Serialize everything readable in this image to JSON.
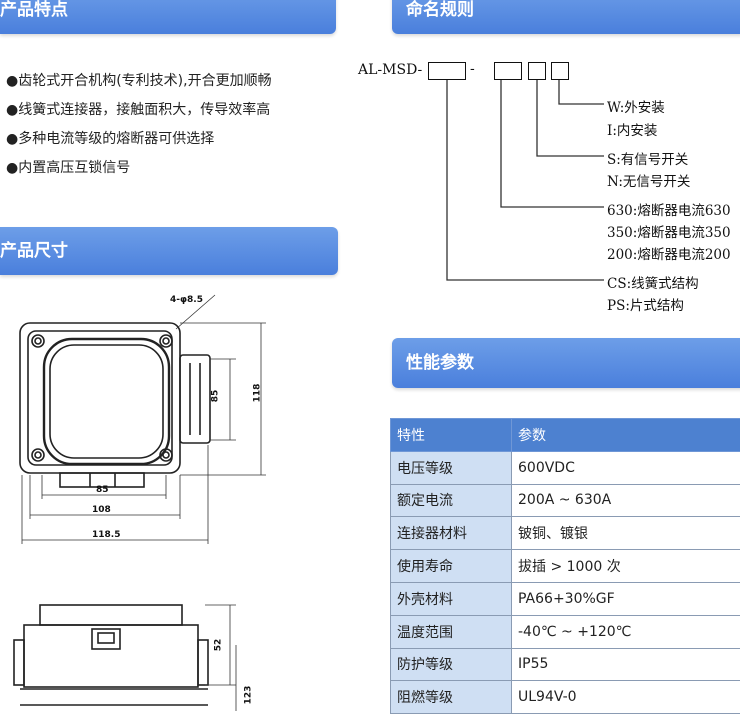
{
  "features": {
    "title": "产品特点",
    "items": [
      "●齿轮式开合机构(专利技术),开合更加顺畅",
      "●线簧式连接器，接触面积大，传导效率高",
      "●多种电流等级的熔断器可供选择",
      "●内置高压互锁信号"
    ]
  },
  "naming": {
    "title": "命名规则",
    "code_prefix": "AL-MSD-",
    "dash": "-",
    "labels": [
      "W:外安装",
      "I:内安装",
      "S:有信号开关",
      "N:无信号开关",
      "630:熔断器电流630",
      "350:熔断器电流350",
      "200:熔断器电流200",
      "CS:线簧式结构",
      "PS:片式结构"
    ]
  },
  "dimensions": {
    "title": "产品尺寸",
    "hole_label": "4-φ8.5",
    "dim_85_v": "85",
    "dim_118_v": "118",
    "dim_85_h": "85",
    "dim_108": "108",
    "dim_118_5": "118.5",
    "dim_52": "52",
    "dim_123": "123"
  },
  "performance": {
    "title": "性能参数",
    "headers": [
      "特性",
      "参数"
    ],
    "rows": [
      [
        "电压等级",
        "600VDC"
      ],
      [
        "额定电流",
        "200A ~ 630A"
      ],
      [
        "连接器材料",
        "铍铜、镀银"
      ],
      [
        "使用寿命",
        "拔插 > 1000 次"
      ],
      [
        "外壳材料",
        "PA66+30%GF"
      ],
      [
        "温度范围",
        "-40℃ ~ +120℃"
      ],
      [
        "防护等级",
        "IP55"
      ],
      [
        "阻燃等级",
        "UL94V-0"
      ]
    ]
  }
}
